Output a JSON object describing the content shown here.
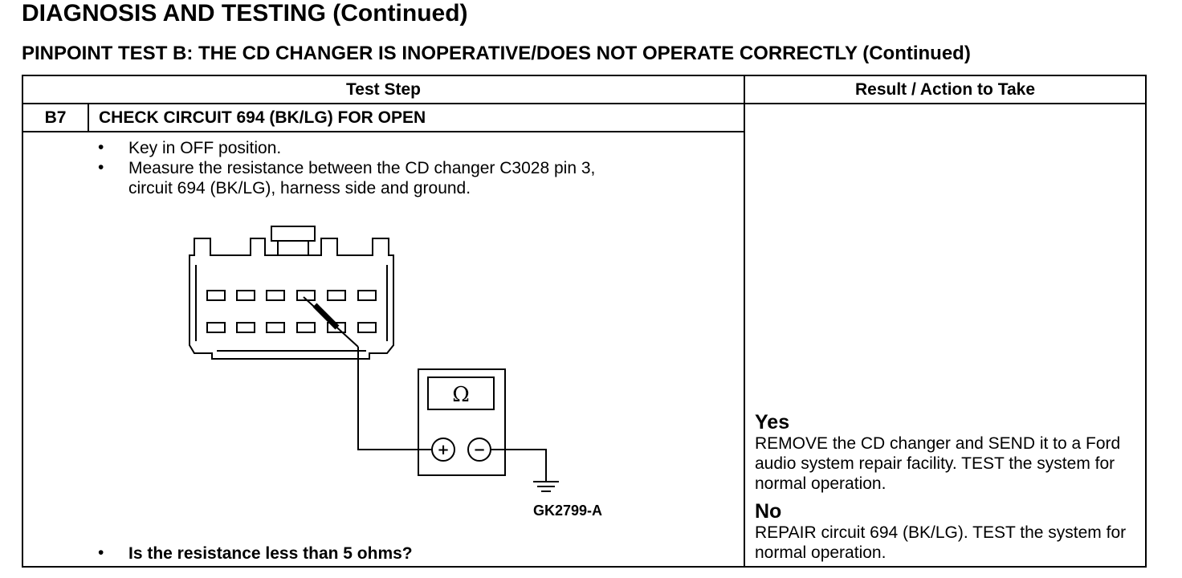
{
  "header": {
    "title": "DIAGNOSIS AND TESTING (Continued)",
    "subtitle": "PINPOINT TEST  B: THE CD CHANGER IS INOPERATIVE/DOES NOT OPERATE CORRECTLY (Continued)"
  },
  "table": {
    "col_test_step": "Test Step",
    "col_result": "Result / Action to Take",
    "step": {
      "id": "B7",
      "title": "CHECK CIRCUIT 694 (BK/LG) FOR OPEN",
      "bullets": [
        {
          "mark": "•",
          "lines": [
            "Key in OFF position."
          ]
        },
        {
          "mark": "•",
          "lines": [
            "Measure the resistance between the CD changer C3028 pin 3,",
            "circuit 694 (BK/LG), harness side and ground."
          ]
        }
      ],
      "question_mark": "•",
      "question": "Is the resistance less than 5 ohms?",
      "figure_id": "GK2799-A",
      "meter_symbol": "Ω",
      "plus_symbol": "+",
      "minus_symbol": "−"
    },
    "results": {
      "yes_label": "Yes",
      "yes_text": "REMOVE the CD changer and SEND it to a Ford audio system repair facility. TEST the system for normal operation.",
      "no_label": "No",
      "no_text": "REPAIR circuit 694 (BK/LG). TEST the system for normal operation."
    }
  }
}
